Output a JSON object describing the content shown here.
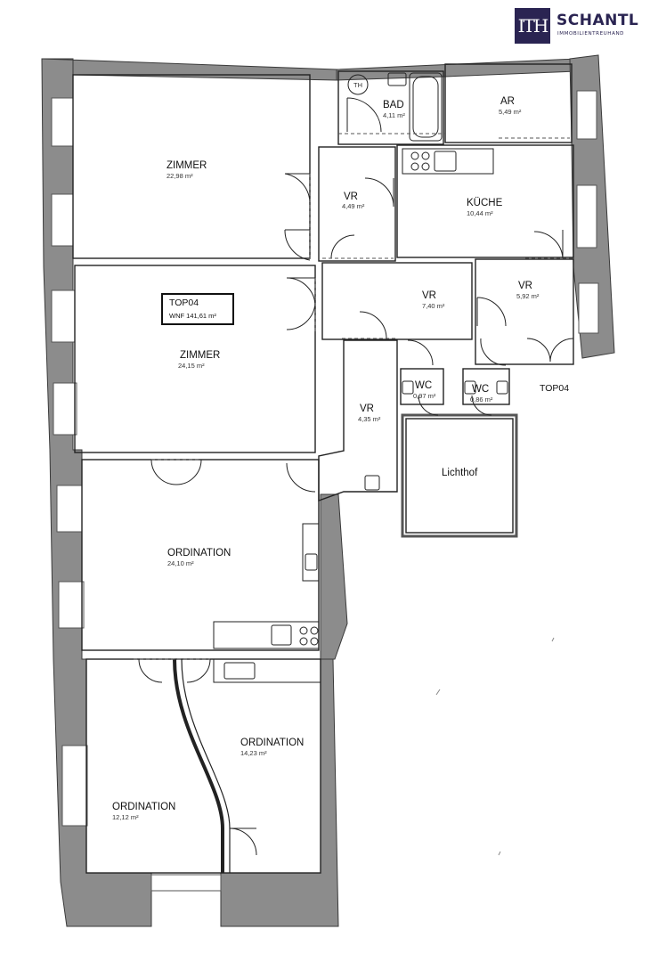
{
  "brand": {
    "mark": "ITH",
    "name": "SCHANTL",
    "tagline": "IMMOBILIENTREUHAND",
    "color": "#2a2452"
  },
  "unit": {
    "label": "TOP04",
    "wnf": "WNF 141,61 m²",
    "door_label": "TOP04"
  },
  "rooms": {
    "zimmer1": {
      "name": "ZIMMER",
      "area": "22,98 m²"
    },
    "zimmer2": {
      "name": "ZIMMER",
      "area": "24,15 m²"
    },
    "ordination1": {
      "name": "ORDINATION",
      "area": "24,10 m²"
    },
    "ordination2": {
      "name": "ORDINATION",
      "area": "14,23 m²"
    },
    "ordination3": {
      "name": "ORDINATION",
      "area": "12,12 m²"
    },
    "bad": {
      "name": "BAD",
      "area": "4,11 m²"
    },
    "ar": {
      "name": "AR",
      "area": "5,49 m²"
    },
    "vr1": {
      "name": "VR",
      "area": "4,49 m²"
    },
    "kueche": {
      "name": "KÜCHE",
      "area": "10,44 m²"
    },
    "vr2": {
      "name": "VR",
      "area": "7,40 m²"
    },
    "vr3": {
      "name": "VR",
      "area": "5,92 m²"
    },
    "vr4": {
      "name": "VR",
      "area": "4,35 m²"
    },
    "wc1": {
      "name": "WC",
      "area": "0,97 m²"
    },
    "wc2": {
      "name": "WC",
      "area": "0,86 m²"
    },
    "lichthof": {
      "name": "Lichthof"
    },
    "toilet_symbol": "TH"
  },
  "colors": {
    "wall": "#8c8c8c",
    "wall_outline": "#3a3a3a",
    "window": "#ffffff",
    "line": "#222222"
  }
}
